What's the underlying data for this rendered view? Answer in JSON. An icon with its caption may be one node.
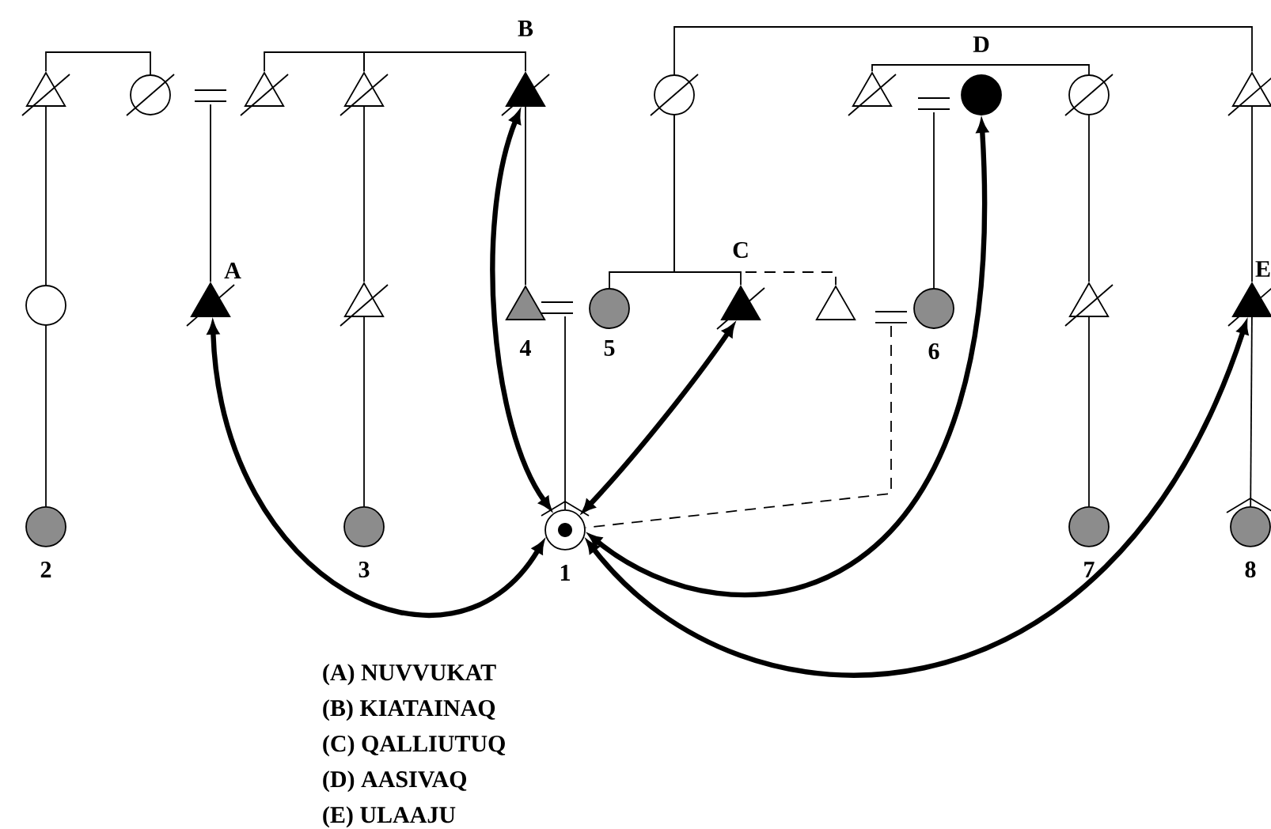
{
  "diagram": {
    "nodes": [
      {
        "text": [],
        "shape": "triangle"
      },
      {
        "text": [],
        "shape": "circle"
      },
      {
        "text": [],
        "shape": "circle"
      },
      {
        "text": [],
        "shape": "circle",
        "beside": [
          "2"
        ]
      },
      {
        "text": [],
        "shape": "triangle"
      },
      {
        "text": [],
        "shape": "triangle"
      },
      {
        "text": [],
        "shape": "triangle",
        "beside": [
          "B"
        ]
      },
      {
        "text": [],
        "shape": "triangle",
        "beside": [
          "A"
        ]
      },
      {
        "text": [],
        "shape": "triangle"
      },
      {
        "text": [],
        "shape": "circle",
        "beside": [
          "3"
        ]
      },
      {
        "text": [],
        "shape": "triangle",
        "beside": [
          "4"
        ]
      },
      {
        "text": [],
        "shape": "circle",
        "beside": [
          "5"
        ]
      },
      {
        "text": [],
        "shape": "triangle",
        "beside": [
          "C"
        ]
      },
      {
        "text": [],
        "shape": "triangle"
      },
      {
        "text": [],
        "shape": "circle",
        "beside": [
          "1"
        ]
      },
      {
        "text": [],
        "shape": "circle"
      },
      {
        "text": [],
        "shape": "triangle"
      },
      {
        "text": [],
        "shape": "circle",
        "beside": [
          "D"
        ]
      },
      {
        "text": [],
        "shape": "circle"
      },
      {
        "text": [],
        "shape": "circle",
        "beside": [
          "6"
        ]
      },
      {
        "text": [],
        "shape": "triangle"
      },
      {
        "text": [],
        "shape": "circle",
        "beside": [
          "7"
        ]
      },
      {
        "text": [],
        "shape": "triangle"
      },
      {
        "text": [],
        "shape": "triangle",
        "beside": [
          "E"
        ]
      },
      {
        "text": [],
        "shape": "circle",
        "beside": [
          "8"
        ]
      }
    ],
    "edges": [
      {
        "from": 0,
        "to": 1,
        "arrow": "none"
      },
      {
        "from": 0,
        "to": 2,
        "arrow": "none"
      },
      {
        "from": 2,
        "to": 3,
        "arrow": "none"
      },
      {
        "from": null,
        "to": 7,
        "arrow": "none"
      },
      {
        "from": 4,
        "to": 5,
        "arrow": "none"
      },
      {
        "from": 5,
        "to": 6,
        "arrow": "none"
      },
      {
        "from": 5,
        "to": 8,
        "arrow": "none"
      },
      {
        "from": 8,
        "to": 9,
        "arrow": "none"
      },
      {
        "from": 6,
        "to": 10,
        "arrow": "none"
      },
      {
        "from": 15,
        "to": 22,
        "arrow": "none"
      },
      {
        "from": 15,
        "to": 11,
        "arrow": "none"
      },
      {
        "from": 15,
        "to": 12,
        "arrow": "none"
      },
      {
        "from": 15,
        "to": 13,
        "arrow": "none",
        "style": "dashed"
      },
      {
        "from": 16,
        "to": 18,
        "arrow": "none"
      },
      {
        "from": null,
        "to": 19,
        "arrow": "none"
      },
      {
        "from": 18,
        "to": 20,
        "arrow": "none"
      },
      {
        "from": 20,
        "to": 21,
        "arrow": "none"
      },
      {
        "from": 22,
        "to": 23,
        "arrow": "none"
      },
      {
        "from": 23,
        "to": 24,
        "arrow": "none"
      },
      {
        "from": null,
        "to": 14,
        "arrow": "none"
      },
      {
        "from": null,
        "to": 14,
        "arrow": "none",
        "style": "dashed"
      },
      {
        "from": 14,
        "to": 7,
        "arrow": "both",
        "style": "thick"
      },
      {
        "from": 14,
        "to": 6,
        "arrow": "both",
        "style": "thick"
      },
      {
        "from": 14,
        "to": 12,
        "arrow": "both",
        "style": "thick"
      },
      {
        "from": 14,
        "to": 17,
        "arrow": "both",
        "style": "thick"
      },
      {
        "from": 14,
        "to": 23,
        "arrow": "both",
        "style": "thick"
      }
    ],
    "labels": [
      "(A) NUVVUKAT",
      "(B) KIATAINAQ",
      "(C) QALLIUTUQ",
      "(D) AASIVAQ",
      "(E) ULAAJU"
    ]
  }
}
